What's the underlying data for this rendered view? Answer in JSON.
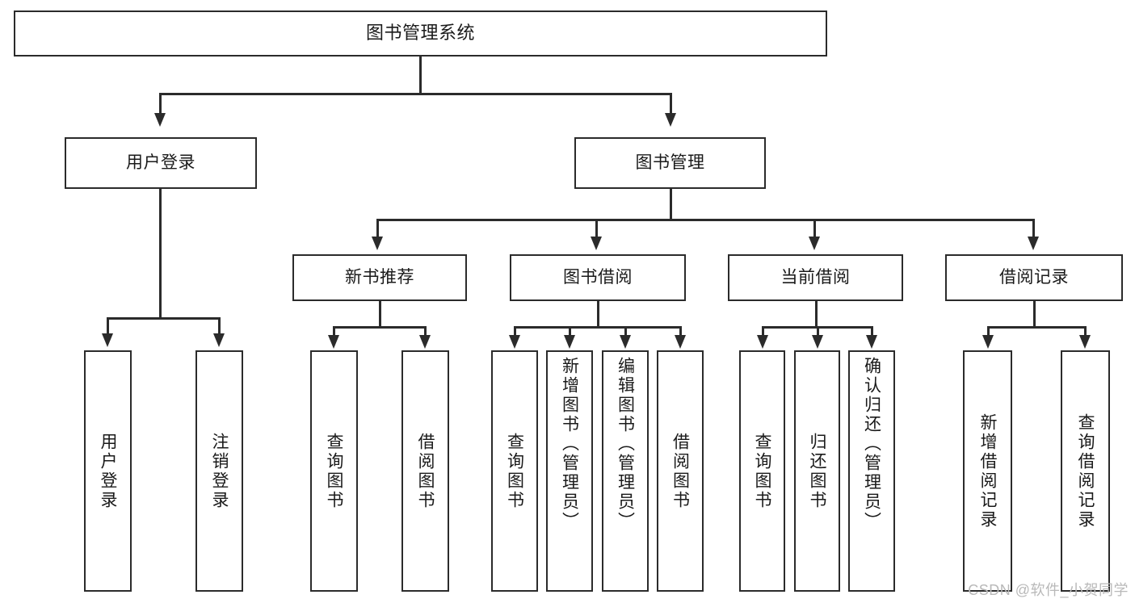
{
  "diagram": {
    "title": "图书管理系统",
    "type": "hierarchy-tree",
    "watermark": "CSDN @软件_小贺同学",
    "colors": {
      "stroke": "#2b2b2b",
      "fill": "#ffffff",
      "text": "#1a1a1a",
      "watermark": "#b9b9b9"
    },
    "nodes": {
      "root": {
        "label": "图书管理系统"
      },
      "level2": [
        {
          "id": "user-login",
          "label": "用户登录"
        },
        {
          "id": "book-management",
          "label": "图书管理"
        }
      ],
      "level3": [
        {
          "id": "new-book-recommend",
          "label": "新书推荐"
        },
        {
          "id": "book-borrow",
          "label": "图书借阅"
        },
        {
          "id": "current-borrow",
          "label": "当前借阅"
        },
        {
          "id": "borrow-record",
          "label": "借阅记录"
        }
      ],
      "leaves": {
        "user_login": [
          {
            "id": "leaf-user-login",
            "label": "用户登录"
          },
          {
            "id": "leaf-logout-login",
            "label": "注销登录"
          }
        ],
        "new_book_recommend": [
          {
            "id": "leaf-query-book-1",
            "label": "查询图书"
          },
          {
            "id": "leaf-borrow-book-1",
            "label": "借阅图书"
          }
        ],
        "book_borrow": [
          {
            "id": "leaf-query-book-2",
            "label": "查询图书"
          },
          {
            "id": "leaf-add-book-admin",
            "label": "新增图书（管理员）"
          },
          {
            "id": "leaf-edit-book-admin",
            "label": "编辑图书（管理员）"
          },
          {
            "id": "leaf-borrow-book-2",
            "label": "借阅图书"
          }
        ],
        "current_borrow": [
          {
            "id": "leaf-query-book-3",
            "label": "查询图书"
          },
          {
            "id": "leaf-return-book",
            "label": "归还图书"
          },
          {
            "id": "leaf-confirm-return-admin",
            "label": "确认归还（管理员）"
          }
        ],
        "borrow_record": [
          {
            "id": "leaf-add-borrow-record",
            "label": "新增借阅记录"
          },
          {
            "id": "leaf-query-borrow-record",
            "label": "查询借阅记录"
          }
        ]
      }
    }
  }
}
